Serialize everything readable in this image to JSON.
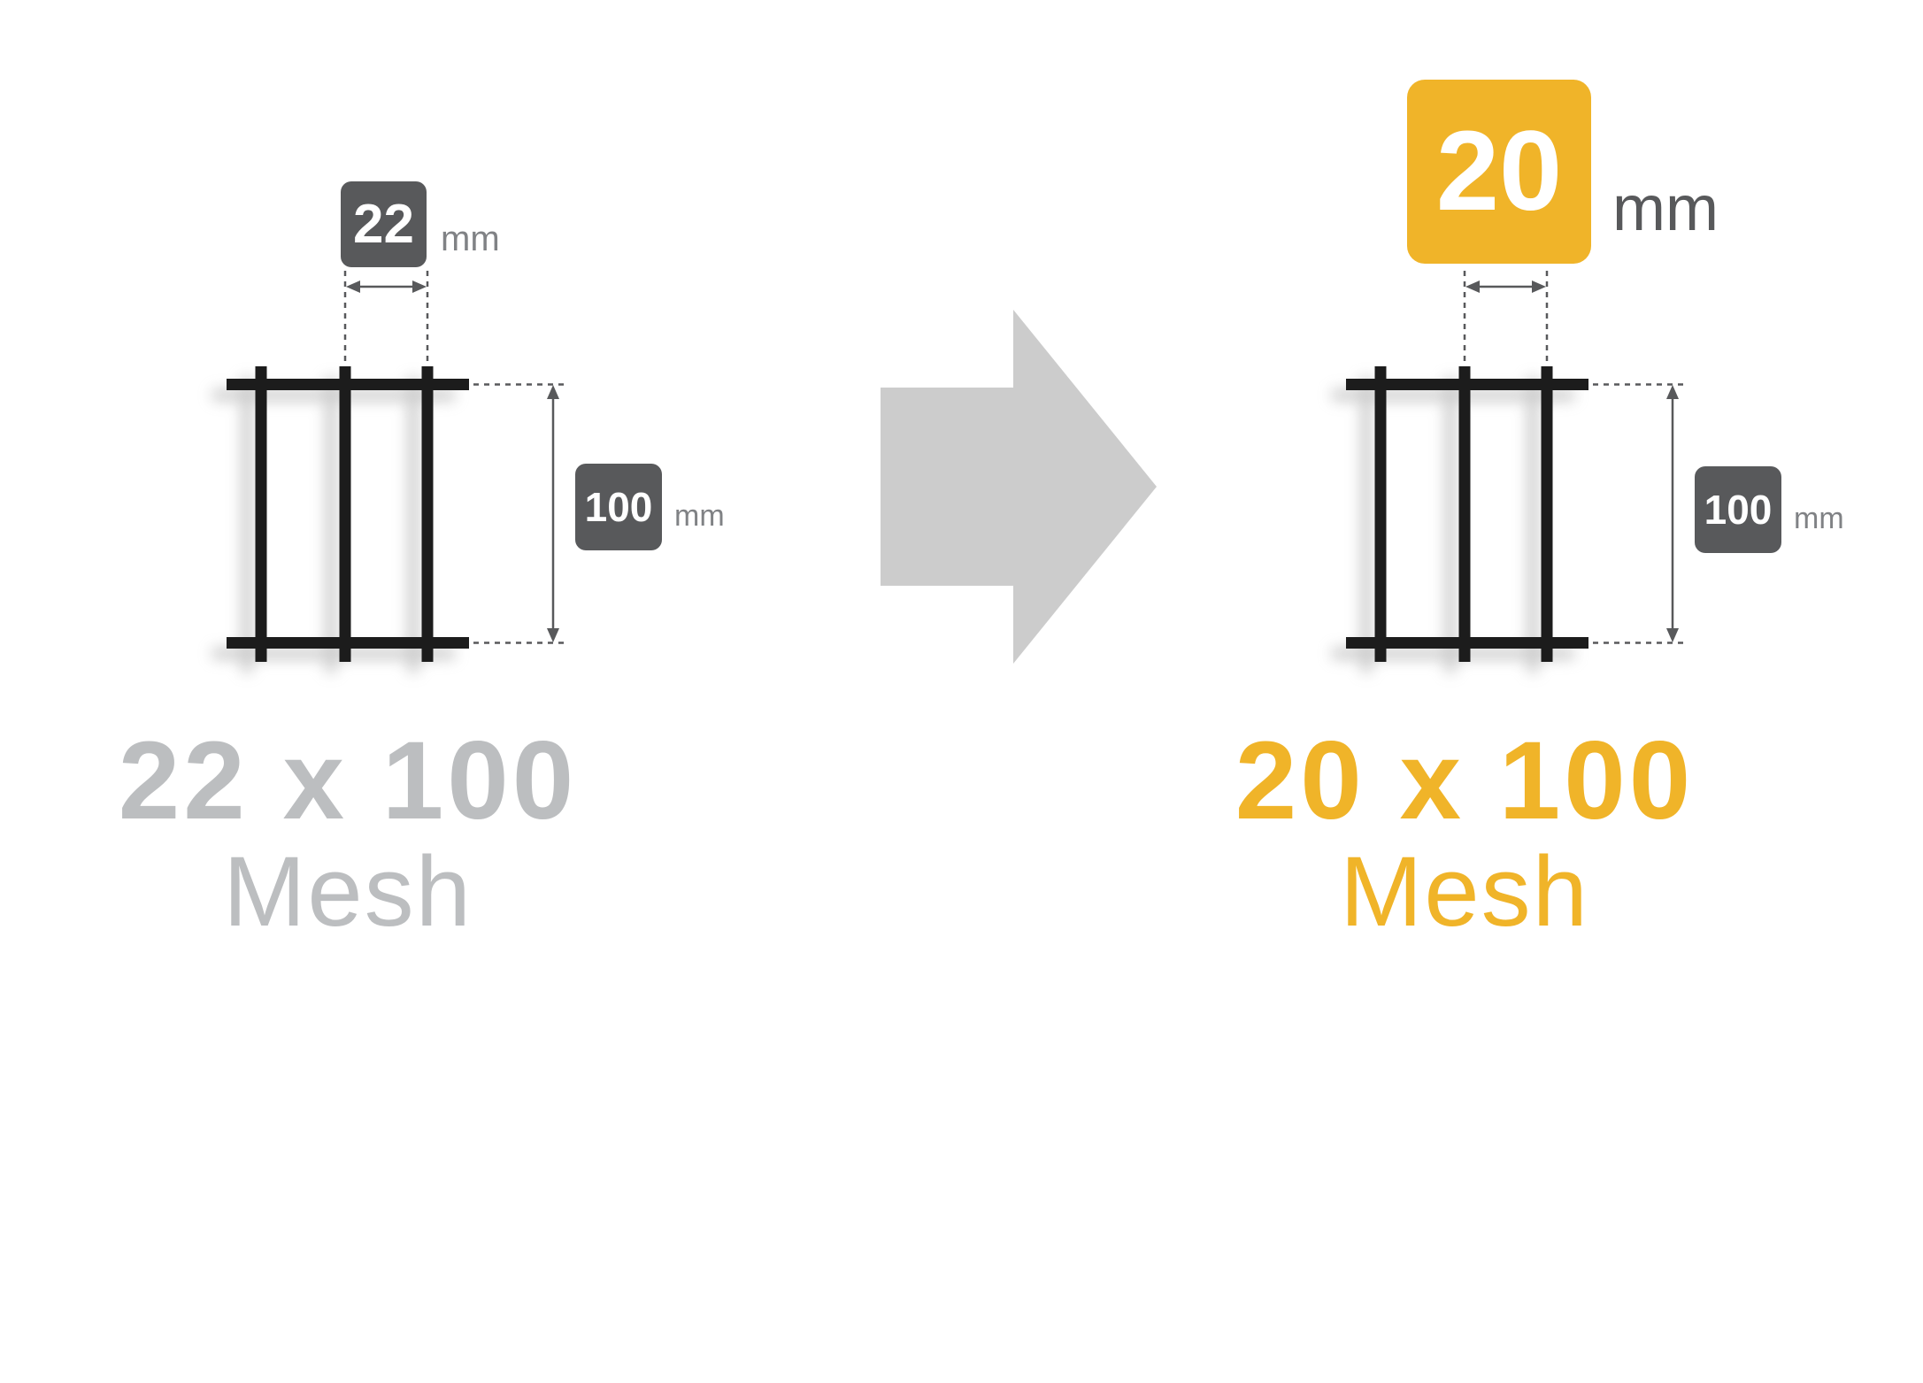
{
  "colors": {
    "accent_yellow": "#F0B429",
    "badge_gray": "#58595B",
    "caption_gray": "#BCBEC0",
    "arrow_gray": "#CCCCCC",
    "mesh_bar_black": "#1C1C1C",
    "unit_gray": "#808285"
  },
  "icons": {
    "arrow": "transition-arrow-right"
  },
  "before": {
    "width_value": "22",
    "width_unit": "mm",
    "height_value": "100",
    "height_unit": "mm",
    "caption_size": "22 x 100",
    "caption_label": "Mesh"
  },
  "after": {
    "width_value": "20",
    "width_unit": "mm",
    "height_value": "100",
    "height_unit": "mm",
    "caption_size": "20 x 100",
    "caption_label": "Mesh"
  }
}
